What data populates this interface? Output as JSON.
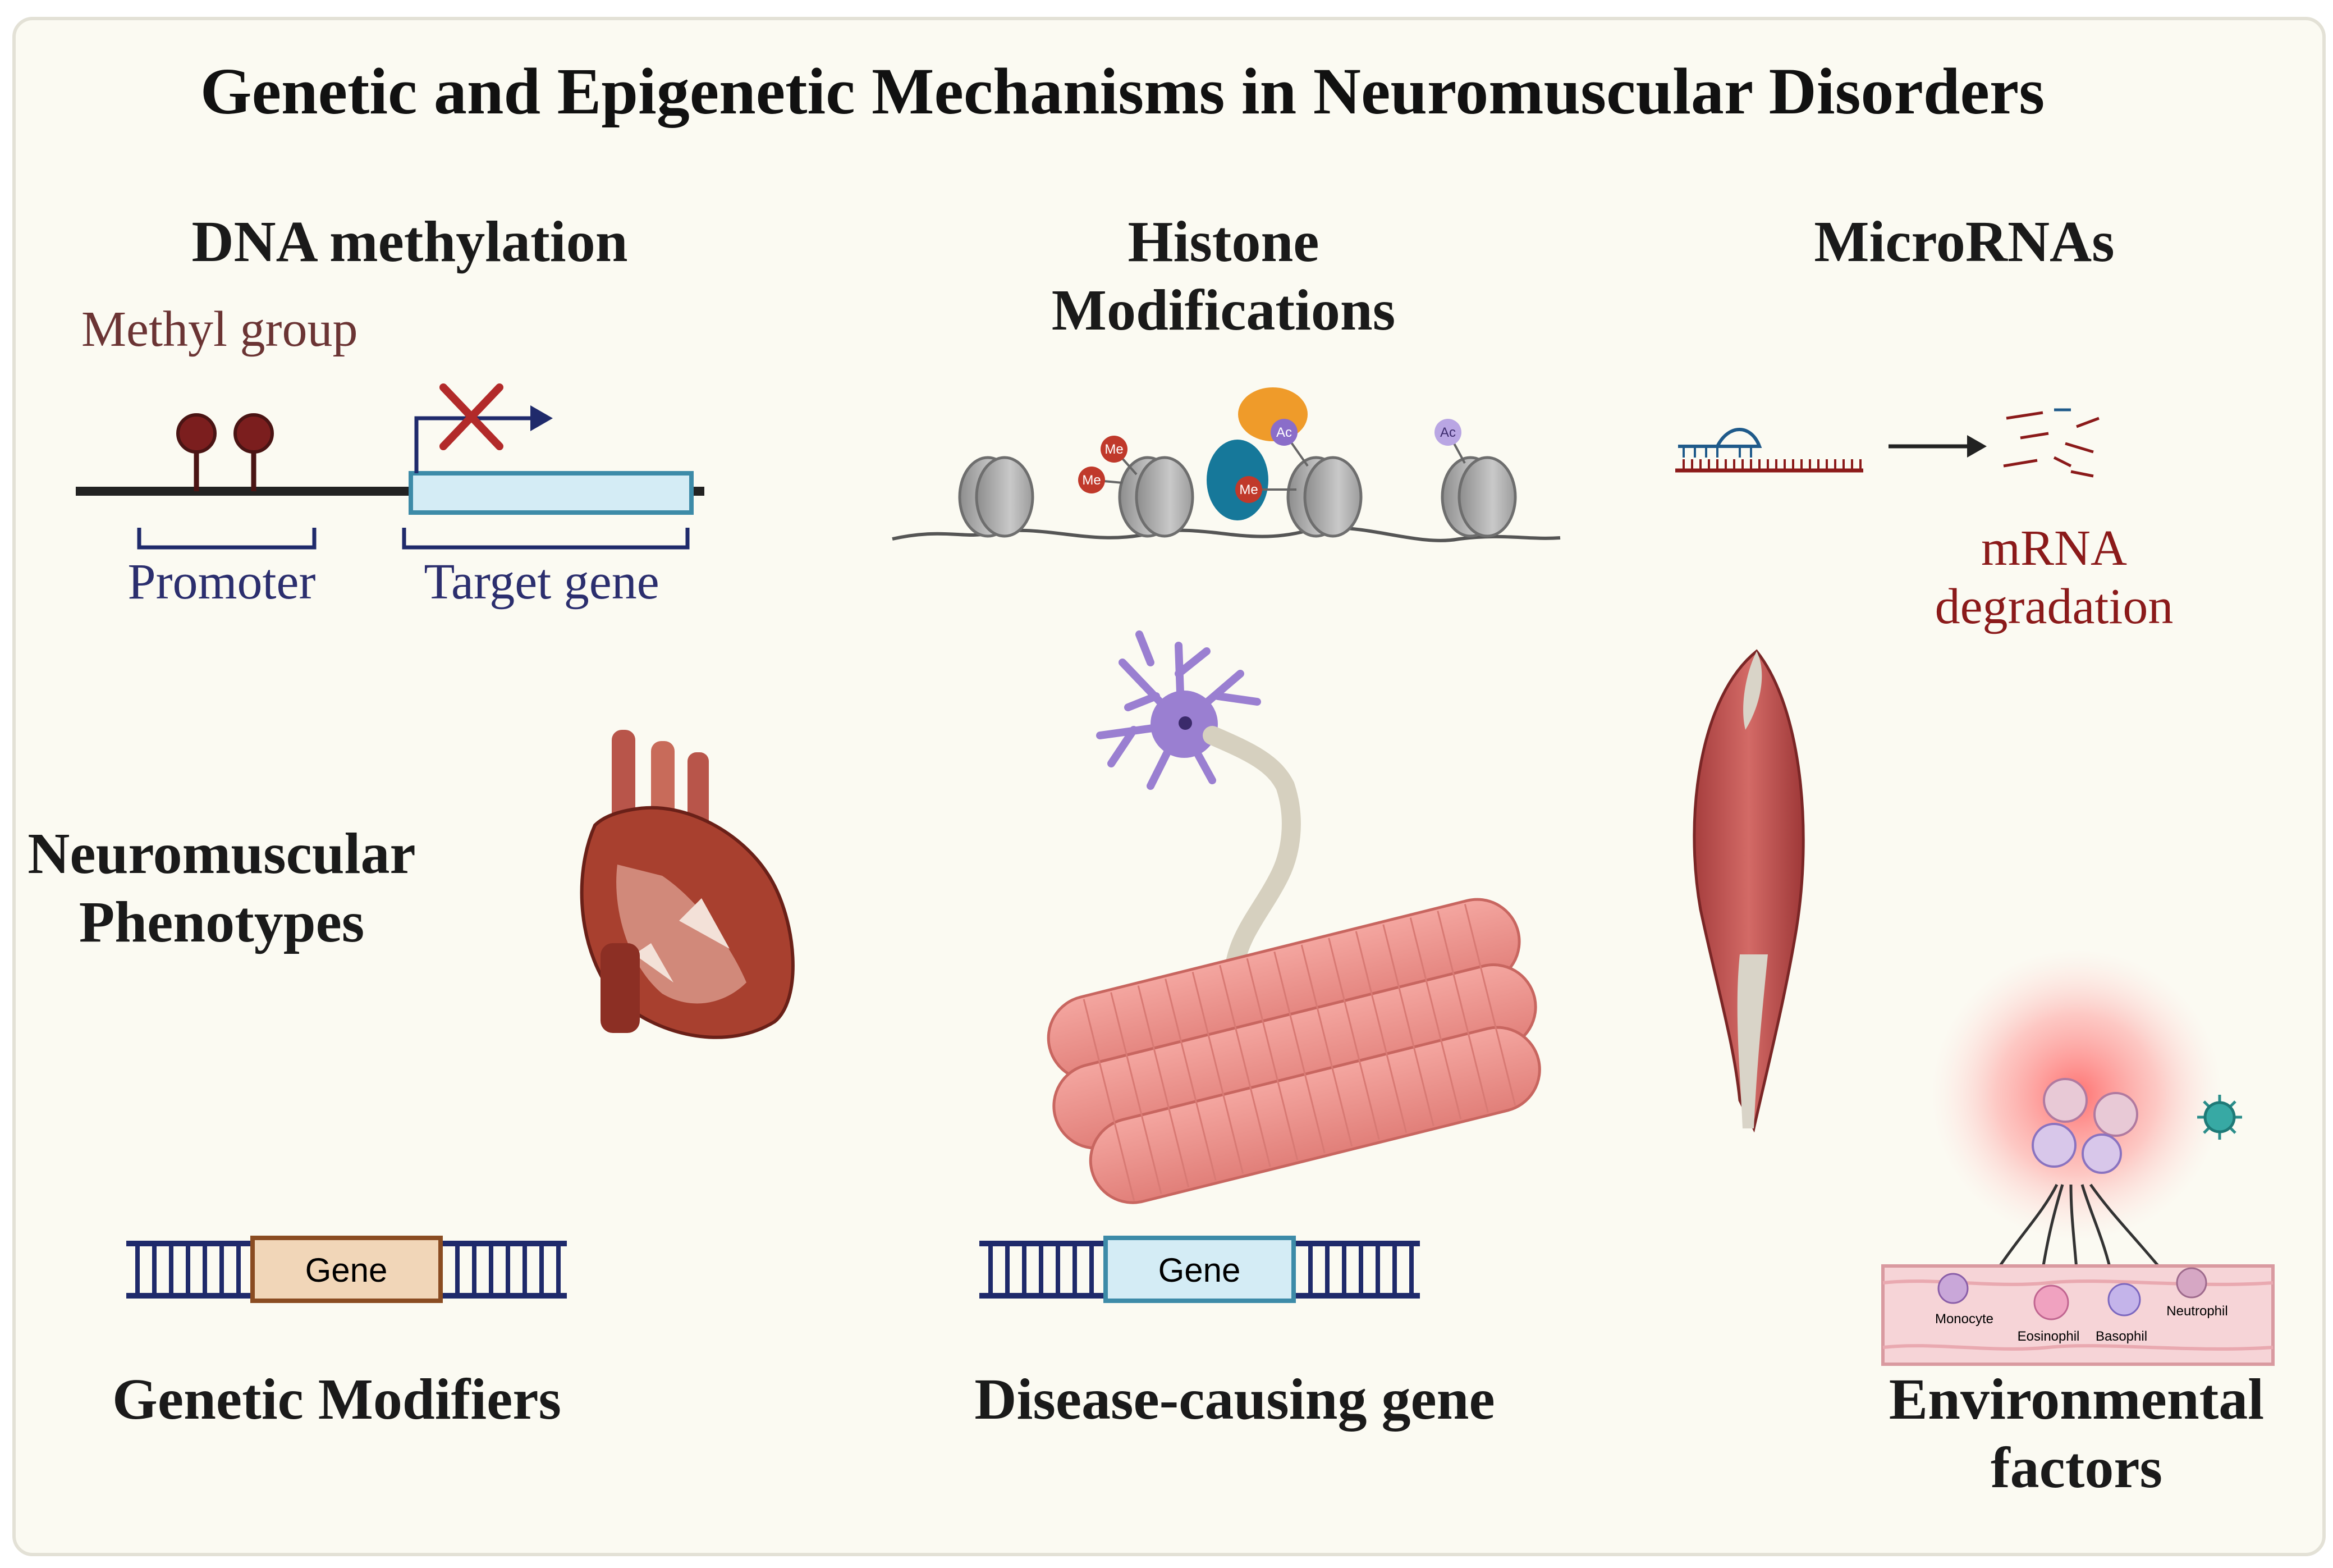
{
  "title": "Genetic and Epigenetic Mechanisms in Neuromuscular Disorders",
  "sections": {
    "dna_methylation": "DNA methylation",
    "histone": "Histone\nModifications",
    "micrornas": "MicroRNAs",
    "phenotypes": "Neuromuscular\nPhenotypes",
    "genetic_modifiers": "Genetic Modifiers",
    "disease_gene": "Disease-causing gene",
    "environmental": "Environmental\nfactors"
  },
  "labels": {
    "methyl_group": "Methyl group",
    "promoter": "Promoter",
    "target_gene": "Target gene",
    "mrna_degradation": "mRNA\ndegradation",
    "gene_left": "Gene",
    "gene_center": "Gene",
    "me": "Me",
    "ac": "Ac"
  },
  "cells": {
    "monocyte": "Monocyte",
    "eosinophil": "Eosinophil",
    "basophil": "Basophil",
    "neutrophil": "Neutrophil"
  },
  "colors": {
    "background": "#fbfaf2",
    "methyl_red": "#7b1e1e",
    "dna_blue": "#1f2a6b",
    "histone_gray": "#9a9a9a",
    "acetyl_purple": "#8a6dc9",
    "muscle_red": "#c65a5a"
  },
  "icons": [
    "heart-illustration",
    "neuron-illustration",
    "muscle-fiber-illustration",
    "muscle-illustration",
    "immune-cells-illustration",
    "virus-icon"
  ]
}
